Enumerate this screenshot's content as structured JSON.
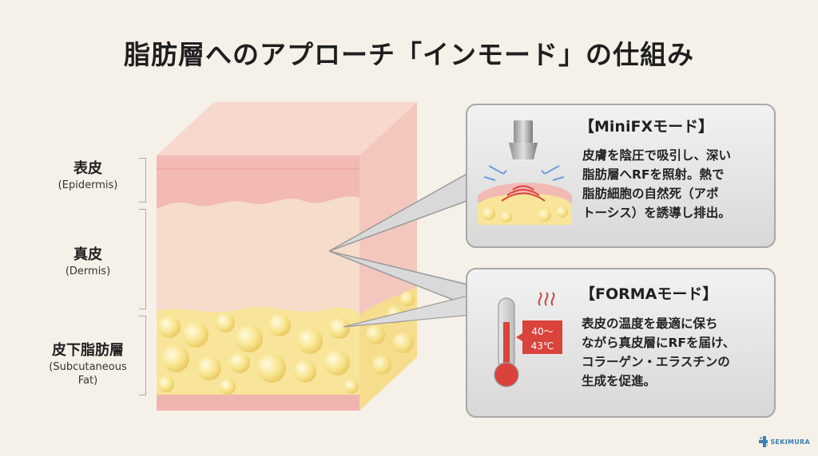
{
  "title": "脂肪層へのアプローチ「インモード」の仕組み",
  "layers": [
    {
      "jp": "表皮",
      "en": "(Epidermis)"
    },
    {
      "jp": "真皮",
      "en": "(Dermis)"
    },
    {
      "jp": "皮下脂肪層",
      "en": "(Subcutaneous",
      "en2": "Fat)"
    }
  ],
  "modes": [
    {
      "title": "【MiniFXモード】",
      "lines": [
        "皮膚を陰圧で吸引し、深い",
        "脂肪層へRFを照射。熱で",
        "脂肪細胞の自然死（アポ",
        "トーシス）を誘導し排出。"
      ],
      "icon": "suction-handpiece-icon"
    },
    {
      "title": "【FORMAモード】",
      "lines": [
        "表皮の温度を最適に保ち",
        "ながら真皮層にRFを届け、",
        "コラーゲン・エラスチンの",
        "生成を促進。"
      ],
      "icon": "thermometer-icon",
      "temp_lines": [
        "40～",
        "43℃"
      ]
    }
  ],
  "logo": {
    "text": "SEKIMURA",
    "icon": "cross-logo-icon"
  },
  "colors": {
    "background": "#f6f1e8",
    "epidermis": "#f2b9b5",
    "dermis": "#f6dccb",
    "fat": "#f8e59a",
    "panel": "#e6e6e6",
    "temp_red": "#d9433c"
  }
}
